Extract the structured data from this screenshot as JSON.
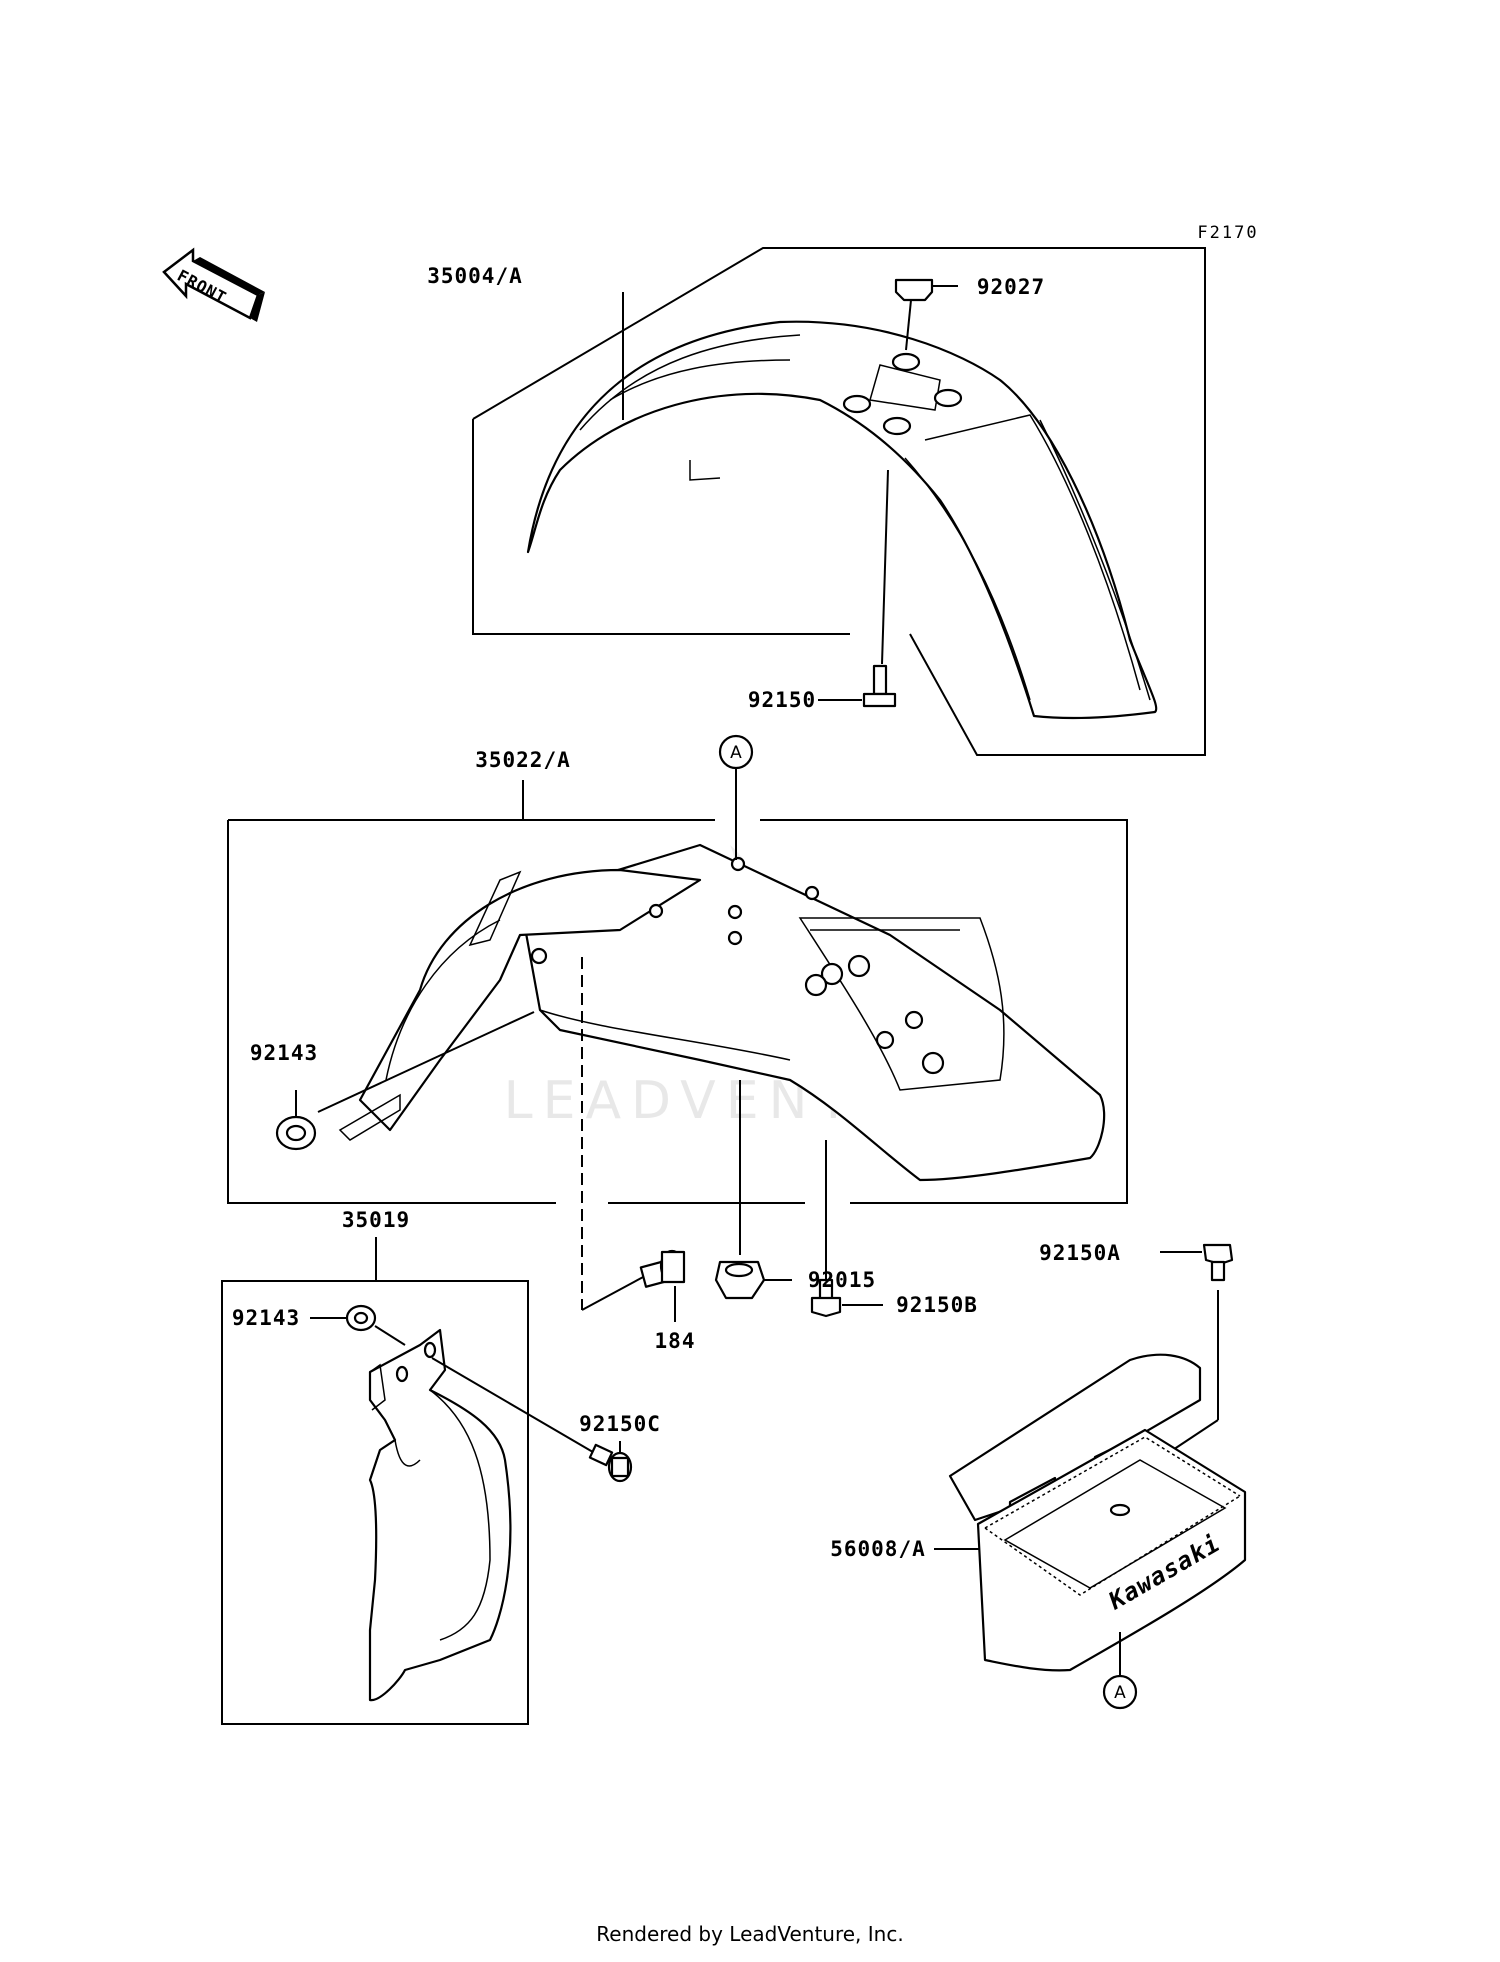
{
  "diagram": {
    "code": "F2170",
    "front_arrow_label": "FRONT",
    "watermark": "LEADVENTURE",
    "callouts": [
      "35004/A",
      "92027",
      "92150",
      "35022/A",
      "92143",
      "35019",
      "92143",
      "184",
      "92150B",
      "92015",
      "92150C",
      "92150A",
      "56008/A"
    ],
    "ref_markers": [
      "A",
      "A"
    ],
    "box_brand_text": "Kawasaki"
  },
  "footer": {
    "text": "Rendered by LeadVenture, Inc."
  }
}
